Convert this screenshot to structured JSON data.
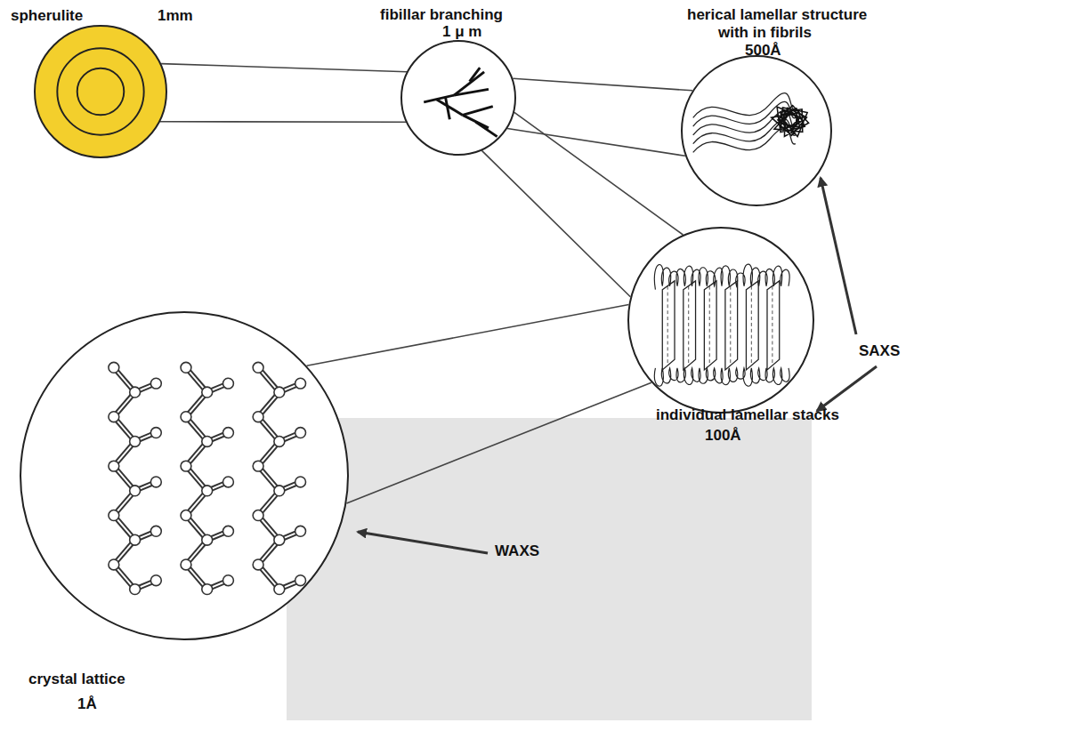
{
  "diagram": {
    "nodes": [
      {
        "text": [
          "spherulite",
          "1mm"
        ]
      },
      {
        "text": [
          "fibillar branching",
          "1 μ m"
        ]
      },
      {
        "text": [
          "herical lamellar structure",
          "with in fibrils",
          "500Å"
        ]
      },
      {
        "text": [
          "individual lamellar stacks",
          "100Å"
        ]
      },
      {
        "text": [
          "crystal lattice",
          "1Å"
        ]
      }
    ],
    "edges": [
      {
        "from": 0,
        "to": 1,
        "arrow": "none"
      },
      {
        "from": 1,
        "to": 2,
        "arrow": "none"
      },
      {
        "from": 1,
        "to": 3,
        "arrow": "none"
      },
      {
        "from": 3,
        "to": 4,
        "arrow": "none"
      }
    ],
    "labels": [
      "SAXS",
      "WAXS"
    ]
  }
}
